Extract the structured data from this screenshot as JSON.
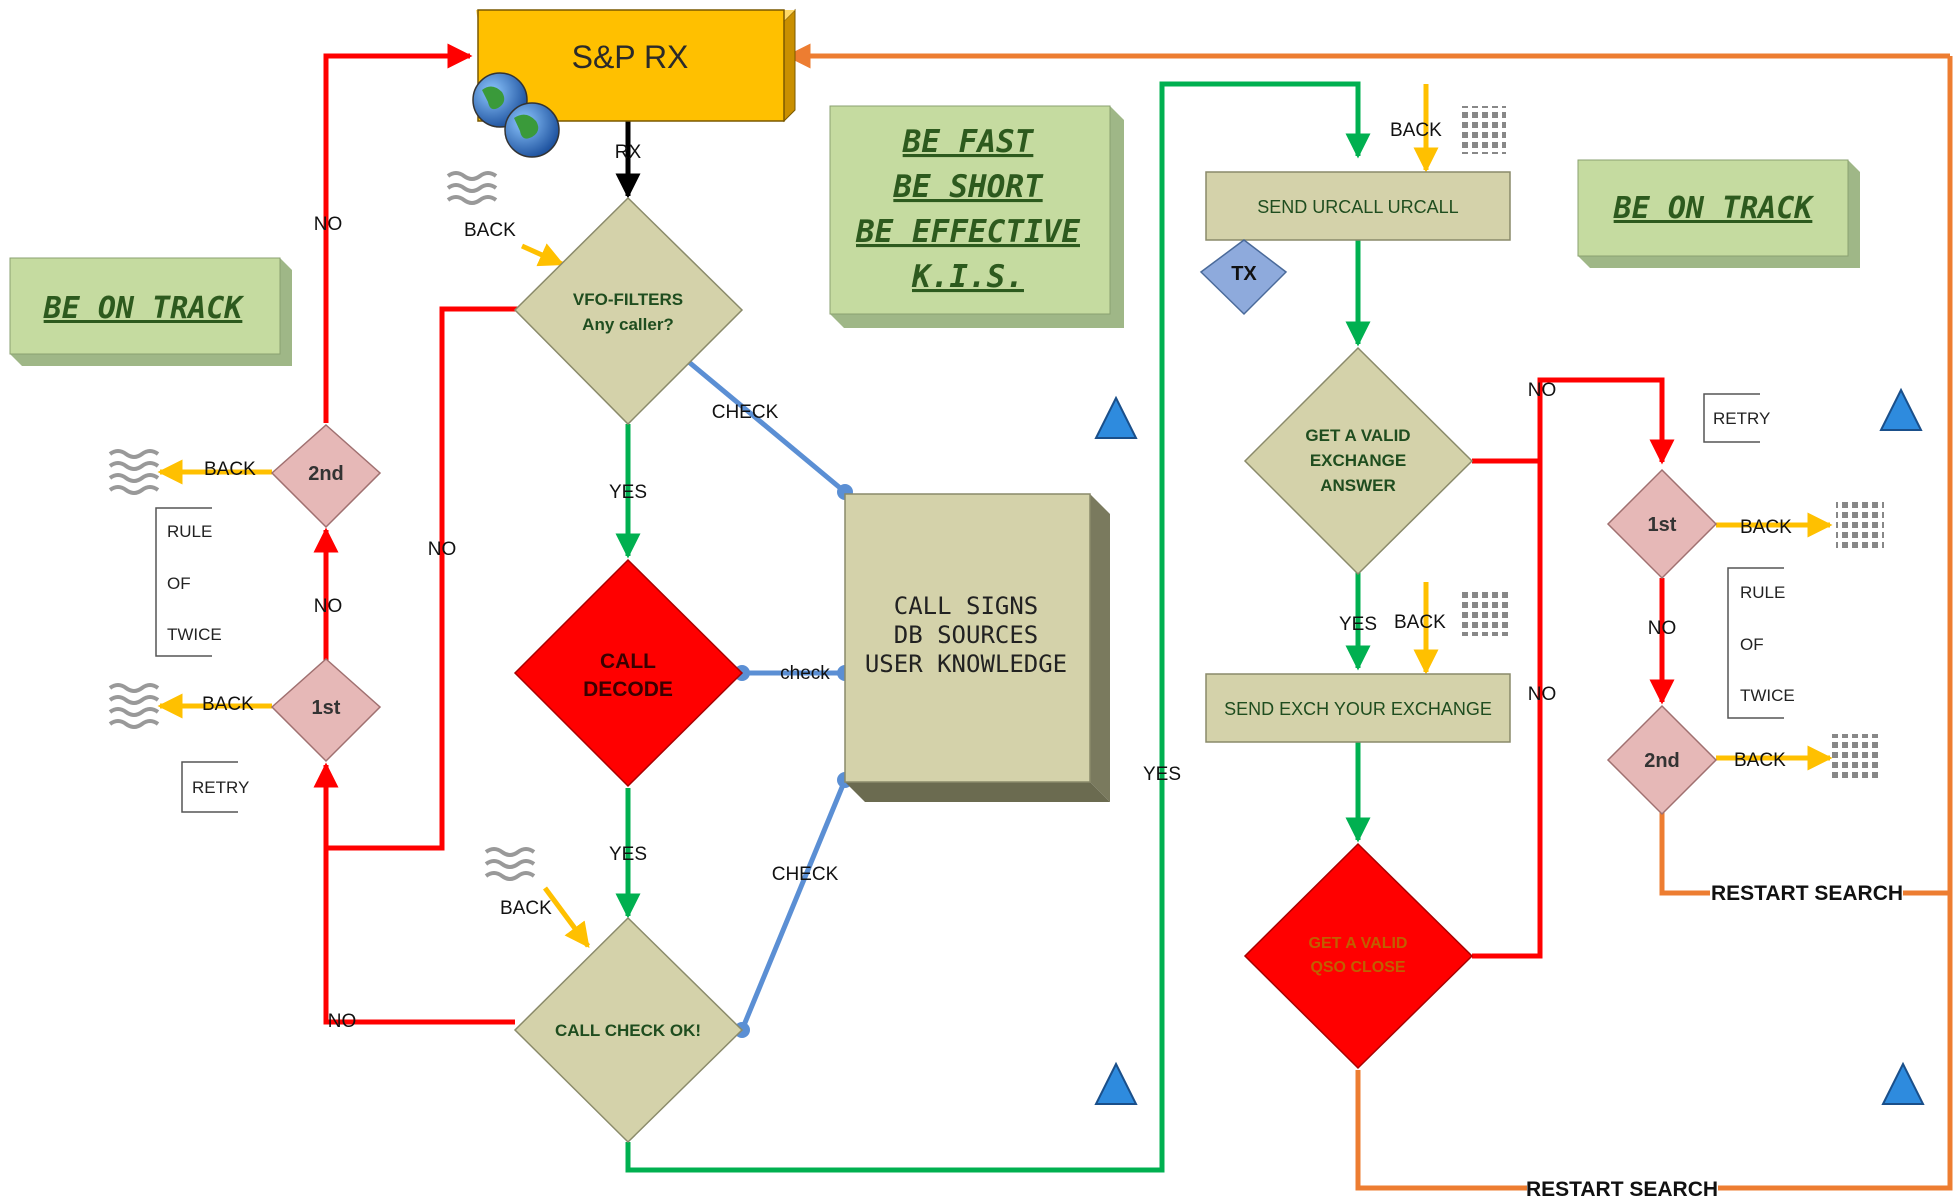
{
  "header_box": {
    "title": "S&P RX"
  },
  "notes": {
    "left_track": "BE ON TRACK",
    "right_track": "BE ON TRACK",
    "motto": [
      "BE FAST",
      "BE SHORT",
      "BE EFFECTIVE",
      "K.I.S."
    ]
  },
  "nodes": {
    "vfo": [
      "VFO-FILTERS",
      "Any caller?"
    ],
    "call_decode": [
      "CALL",
      "DECODE"
    ],
    "call_check": "CALL CHECK OK!",
    "sources": [
      "CALL SIGNS",
      "DB SOURCES",
      "USER KNOWLEDGE"
    ],
    "left_1st": "1st",
    "left_2nd": "2nd",
    "send_urcall": "SEND URCALL URCALL",
    "tx": "TX",
    "valid_exchange": [
      "GET A VALID",
      "EXCHANGE",
      "ANSWER"
    ],
    "send_exch": "SEND EXCH YOUR EXCHANGE",
    "valid_qso": [
      "GET A VALID",
      "QSO CLOSE"
    ],
    "right_1st": "1st",
    "right_2nd": "2nd"
  },
  "labels": {
    "rx": "RX",
    "back": "BACK",
    "no": "NO",
    "yes": "YES",
    "check": "CHECK",
    "check_lower": "check",
    "retry": "RETRY",
    "rule": [
      "RULE",
      "OF",
      "TWICE"
    ],
    "restart": "RESTART SEARCH"
  },
  "colors": {
    "red": "#ff0000",
    "green": "#00b050",
    "orange": "#ed7d31",
    "blue": "#5b8fd4",
    "yellow": "#ffc000",
    "gold_box": "#ffc000",
    "khaki": "#d4d2aa",
    "note_green": "#c5dba0",
    "pink": "#e6b8b7",
    "note_text": "#2d5a1e"
  },
  "icons": [
    "globe-icon",
    "wave-icon",
    "grid-icon",
    "triangle-icon"
  ]
}
